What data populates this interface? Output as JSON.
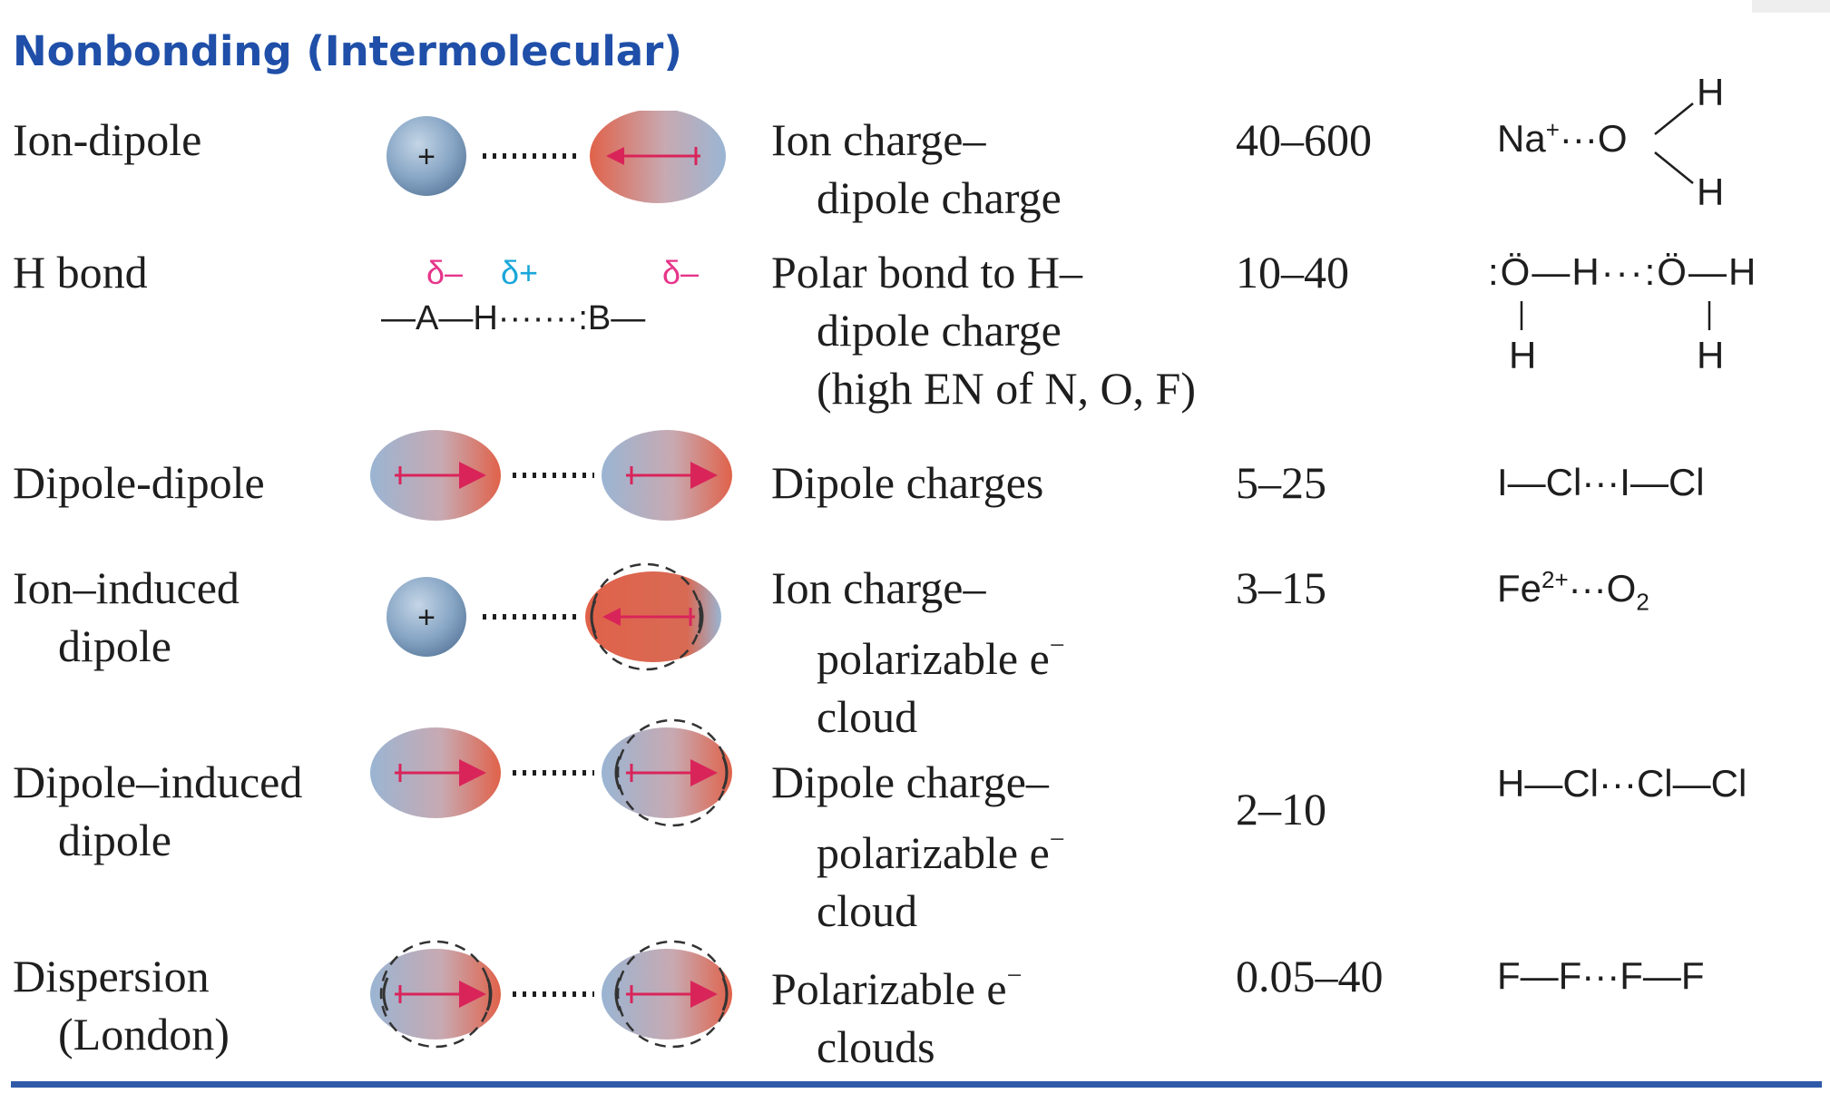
{
  "table": {
    "section_title": "Nonbonding (Intermolecular)",
    "rows": [
      {
        "name": [
          "Ion-dipole"
        ],
        "basis": [
          "Ion charge–",
          "dipole charge"
        ],
        "energy": "40–600",
        "example": {
          "a": "Na",
          "a_sup": "+",
          "dots": "···",
          "b": "O",
          "h_top": "H",
          "h_bottom": "H"
        }
      },
      {
        "name": [
          "H bond"
        ],
        "diagram": {
          "d1": "δ–",
          "d2": "δ+",
          "d3": "δ–",
          "line": "—A—H·······:B—"
        },
        "basis": [
          "Polar bond to H–",
          "dipole charge",
          "(high EN of N, O, F)"
        ],
        "energy": "10–40",
        "example": {
          "line": ":Ö—H···:Ö—H",
          "h1": "H",
          "h2": "H"
        }
      },
      {
        "name": [
          "Dipole-dipole"
        ],
        "basis": [
          "Dipole charges"
        ],
        "energy": "5–25",
        "example": {
          "line": "I—Cl···I—Cl"
        }
      },
      {
        "name": [
          "Ion–induced",
          "dipole"
        ],
        "basis": [
          "Ion charge–",
          "polarizable e",
          "cloud"
        ],
        "basis_sup": "−",
        "energy": "3–15",
        "example": {
          "a": "Fe",
          "a_sup": "2+",
          "dots": "···",
          "b": "O",
          "b_sub": "2"
        }
      },
      {
        "name": [
          "Dipole–induced",
          "dipole"
        ],
        "basis": [
          "Dipole charge–",
          "polarizable e",
          "cloud"
        ],
        "basis_sup": "−",
        "energy": "2–10",
        "example": {
          "line": "H—Cl···Cl—Cl"
        }
      },
      {
        "name": [
          "Dispersion",
          "(London)"
        ],
        "basis": [
          "Polarizable e",
          "clouds"
        ],
        "basis_sup": "−",
        "energy": "0.05–40",
        "example": {
          "line": "F—F···F—F"
        }
      }
    ],
    "ion_symbol": "+"
  },
  "colors": {
    "heading": "#1f4fa8",
    "arrow": "#d9245a",
    "delta_minus": "#e6358a",
    "delta_plus": "#1aa7d9",
    "rule": "#2f5aa8"
  }
}
